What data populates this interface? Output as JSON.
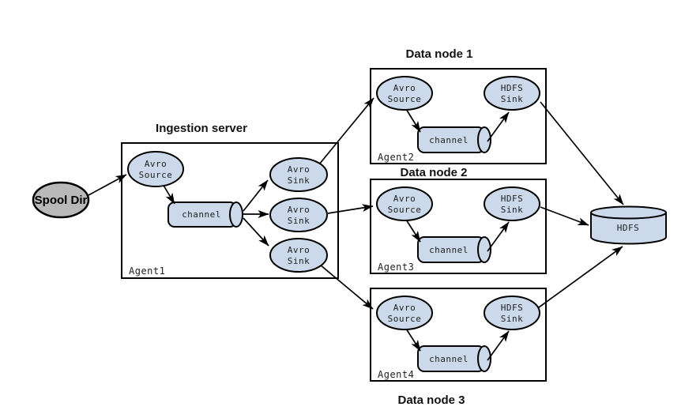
{
  "colors": {
    "background": "#ffffff",
    "node_fill": "#ccd9ea",
    "spool_fill": "#b9b9b9",
    "stroke": "#000000"
  },
  "titles": {
    "ingestion_server": "Ingestion server",
    "data_node_1": "Data node 1",
    "data_node_2": "Data node 2",
    "data_node_3": "Data node 3"
  },
  "spool_dir": {
    "label": "Spool Dir"
  },
  "hdfs": {
    "label": "HDFS"
  },
  "agent1": {
    "label": "Agent1",
    "source": {
      "line1": "Avro",
      "line2": "Source"
    },
    "channel": {
      "label": "channel"
    },
    "sink1": {
      "line1": "Avro",
      "line2": "Sink"
    },
    "sink2": {
      "line1": "Avro",
      "line2": "Sink"
    },
    "sink3": {
      "line1": "Avro",
      "line2": "Sink"
    }
  },
  "agent2": {
    "label": "Agent2",
    "source": {
      "line1": "Avro",
      "line2": "Source"
    },
    "channel": {
      "label": "channel"
    },
    "sink": {
      "line1": "HDFS",
      "line2": "Sink"
    }
  },
  "agent3": {
    "label": "Agent3",
    "source": {
      "line1": "Avro",
      "line2": "Source"
    },
    "channel": {
      "label": "channel"
    },
    "sink": {
      "line1": "HDFS",
      "line2": "Sink"
    }
  },
  "agent4": {
    "label": "Agent4",
    "source": {
      "line1": "Avro",
      "line2": "Source"
    },
    "channel": {
      "label": "channel"
    },
    "sink": {
      "line1": "HDFS",
      "line2": "Sink"
    }
  }
}
